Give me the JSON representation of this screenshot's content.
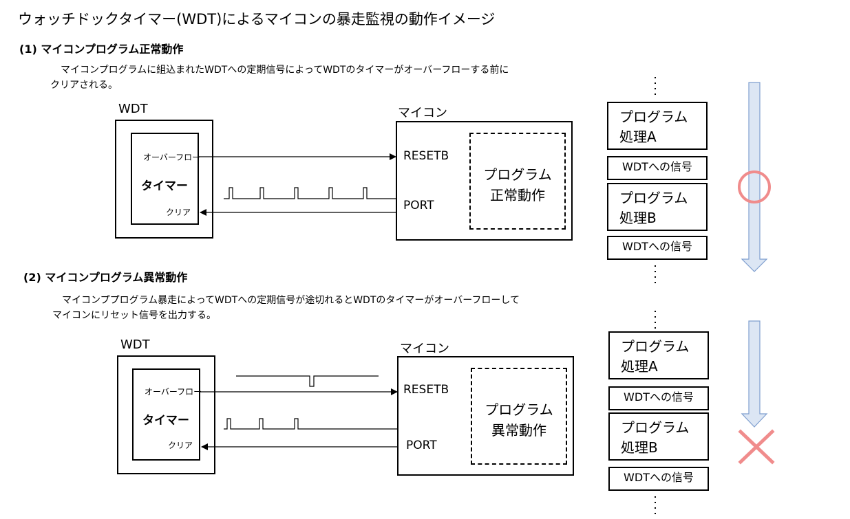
{
  "title": "ウォッチドックタイマー(WDT)によるマイコンの暴走監視の動作イメージ",
  "normal": {
    "heading": "(1) マイコンプログラム正常動作",
    "desc_line1": "マイコンプログラムに組込まれたWDTへの定期信号によってWDTのタイマーがオーバーフローする前に",
    "desc_line2": "クリアされる。",
    "wdt_label": "WDT",
    "overflow_label": "オーバーフロー",
    "timer_label": "タイマー",
    "clear_label": "クリア",
    "mcu_label": "マイコン",
    "resetb_label": "RESETB",
    "port_label": "PORT",
    "program_line1": "プログラム",
    "program_line2": "正常動作",
    "proc_a_line1": "プログラム",
    "proc_a_line2": "処理A",
    "signal1": "WDTへの信号",
    "proc_b_line1": "プログラム",
    "proc_b_line2": "処理B",
    "signal2": "WDTへの信号"
  },
  "abnormal": {
    "heading": "(2) マイコンプログラム異常動作",
    "desc_line1": "マイコンププログラム暴走によってWDTへの定期信号が途切れるとWDTのタイマーがオーバーフローして",
    "desc_line2": "マイコンにリセット信号を出力する。",
    "wdt_label": "WDT",
    "overflow_label": "オーバーフロー",
    "timer_label": "タイマー",
    "clear_label": "クリア",
    "mcu_label": "マイコン",
    "resetb_label": "RESETB",
    "port_label": "PORT",
    "program_line1": "プログラム",
    "program_line2": "異常動作",
    "proc_a_line1": "プログラム",
    "proc_a_line2": "処理A",
    "signal1": "WDTへの信号",
    "proc_b_line1": "プログラム",
    "proc_b_line2": "処理B",
    "signal2": "WDTへの信号"
  },
  "colors": {
    "arrow_fill": "#dce6f4",
    "arrow_stroke": "#7f9fcf",
    "ok_circle": "#f08c8c",
    "ng_cross": "#f08c8c"
  },
  "icons": {
    "ok_mark": "circle-icon",
    "ng_mark": "cross-icon"
  }
}
